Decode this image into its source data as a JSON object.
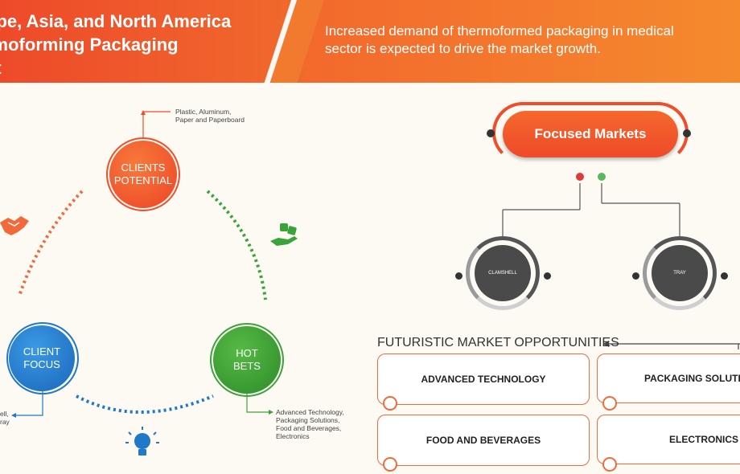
{
  "header": {
    "title_lines": [
      "ope, Asia, and North America",
      "rmoforming Packaging",
      "et"
    ],
    "tagline_lines": [
      "Increased demand of thermoformed packaging in medical",
      "sector is expected to drive the market growth."
    ]
  },
  "nodes": {
    "clients_potential": {
      "lines": [
        "CLIENTS",
        "POTENTIAL"
      ],
      "note": [
        "Plastic, Aluminum,",
        "Paper and Paperboard"
      ]
    },
    "client_focus": {
      "lines": [
        "CLIENT",
        "FOCUS"
      ],
      "note": [
        "ell,",
        "ray"
      ]
    },
    "hot_bets": {
      "lines": [
        "HOT",
        "BETS"
      ],
      "note": [
        "Advanced Technology,",
        "Packaging Solutions,",
        "Food and Beverages,",
        "Electronics"
      ]
    }
  },
  "focused_markets": {
    "title": "Focused Markets",
    "items": [
      "CLAMSHELL",
      "TRAY"
    ]
  },
  "futuristic": {
    "title": "FUTURISTIC MARKET OPPORTUNITIES",
    "boxes": [
      "ADVANCED TECHNOLOGY",
      "PACKAGING SOLUTIONS",
      "FOOD AND BEVERAGES",
      "ELECTRONICS"
    ]
  },
  "colors": {
    "accent": "#f04e2a",
    "green": "#3aa33a",
    "blue": "#1f78c8",
    "gray": "#4a4a4a"
  },
  "icons": [
    "handshake-icon",
    "money-dice-icon",
    "lightbulb-icon"
  ]
}
